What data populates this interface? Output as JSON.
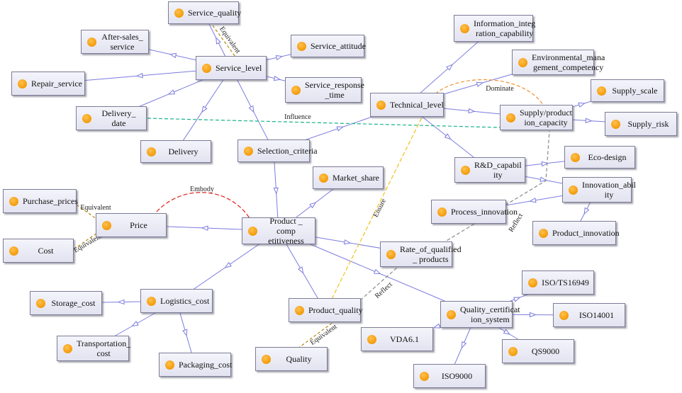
{
  "nodes": [
    {
      "id": "service_quality",
      "label": "Service_quality"
    },
    {
      "id": "after_sales",
      "label": "After-sales_\nservice"
    },
    {
      "id": "service_level",
      "label": "Service_level"
    },
    {
      "id": "service_attitude",
      "label": "Service_attitude"
    },
    {
      "id": "repair_service",
      "label": "Repair_service"
    },
    {
      "id": "service_response",
      "label": "Service_response\n_time"
    },
    {
      "id": "delivery_date",
      "label": "Delivery_ date"
    },
    {
      "id": "delivery",
      "label": "Delivery"
    },
    {
      "id": "selection_criteria",
      "label": "Selection_criteria"
    },
    {
      "id": "info_integration",
      "label": "Information_integ\nration_capability"
    },
    {
      "id": "env_mgmt",
      "label": "Environmental_mana\ngement_competency"
    },
    {
      "id": "technical_level",
      "label": "Technical_level"
    },
    {
      "id": "supply_capacity",
      "label": "Supply/product\nion_capacity"
    },
    {
      "id": "supply_scale",
      "label": "Supply_scale"
    },
    {
      "id": "supply_risk",
      "label": "Supply_risk"
    },
    {
      "id": "rd_capability",
      "label": "R&D_capabil\nity"
    },
    {
      "id": "eco_design",
      "label": "Eco-design"
    },
    {
      "id": "innovation_ability",
      "label": "Innovation_abil\nity"
    },
    {
      "id": "process_innovation",
      "label": "Process_innovation"
    },
    {
      "id": "product_innovation",
      "label": "Product_innovation"
    },
    {
      "id": "market_share",
      "label": "Market_share"
    },
    {
      "id": "purchase_prices",
      "label": "Purchase_prices"
    },
    {
      "id": "price",
      "label": "Price"
    },
    {
      "id": "cost",
      "label": "Cost"
    },
    {
      "id": "product_competitiveness",
      "label": "Product _ comp\netitiveness"
    },
    {
      "id": "rate_qualified",
      "label": "Rate_of_qualified\n_ products"
    },
    {
      "id": "storage_cost",
      "label": "Storage_cost"
    },
    {
      "id": "logistics_cost",
      "label": "Logistics_cost"
    },
    {
      "id": "transportation_cost",
      "label": "Transportation_\ncost"
    },
    {
      "id": "packaging_cost",
      "label": "Packaging_cost"
    },
    {
      "id": "product_quality",
      "label": "Product_quality"
    },
    {
      "id": "quality",
      "label": "Quality"
    },
    {
      "id": "iso_ts16949",
      "label": "ISO/TS16949"
    },
    {
      "id": "quality_cert",
      "label": "Quality_certificat\nion_system"
    },
    {
      "id": "iso14001",
      "label": "ISO14001"
    },
    {
      "id": "vda61",
      "label": "VDA6.1"
    },
    {
      "id": "qs9000",
      "label": "QS9000"
    },
    {
      "id": "iso9000",
      "label": "ISO9000"
    }
  ],
  "edge_labels": {
    "equivalent": "Equivalent",
    "influence": "Influence",
    "embody": "Embody",
    "ensure": "Ensure",
    "dominate": "Dominate",
    "reflect": "Reflect"
  },
  "colors": {
    "hierarchy_edge": "#7b7be0",
    "equivalent_edge": "#b8860b",
    "influence_edge": "#19b38a",
    "embody_edge": "#e0201c",
    "ensure_edge": "#f2c21a",
    "dominate_edge": "#f09030",
    "reflect_edge": "#8a8a8a",
    "node_dot": "#f39b0a"
  }
}
